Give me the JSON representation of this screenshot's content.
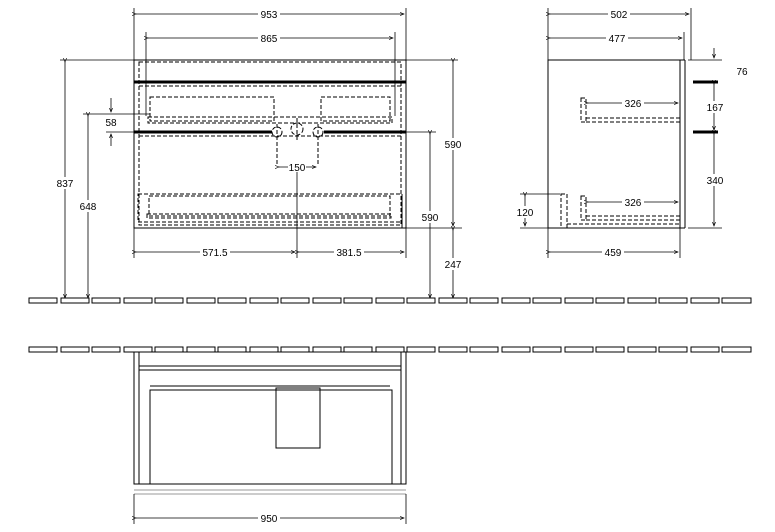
{
  "drawing": {
    "type": "vanity unit dimensional drawing",
    "views": [
      "front-elevation",
      "side-elevation",
      "top-plan"
    ],
    "front": {
      "overall_width": "953",
      "inner_width": "865",
      "overall_height": "837",
      "drain_height": "648",
      "tap_offset": "58",
      "tap_spacing": "150",
      "left_to_center": "571.5",
      "center_to_right": "381.5",
      "unit_height": "590",
      "drain_to_floor": "590",
      "floor_clearance": "247"
    },
    "side": {
      "overall_depth": "502",
      "body_depth": "477",
      "top_thickness": "76",
      "upper_drawer_height": "167",
      "lower_drawer_height": "340",
      "upper_drawer_depth": "326",
      "lower_drawer_depth": "326",
      "plinth_height": "120",
      "bottom_depth": "459"
    },
    "plan": {
      "width": "950"
    }
  }
}
